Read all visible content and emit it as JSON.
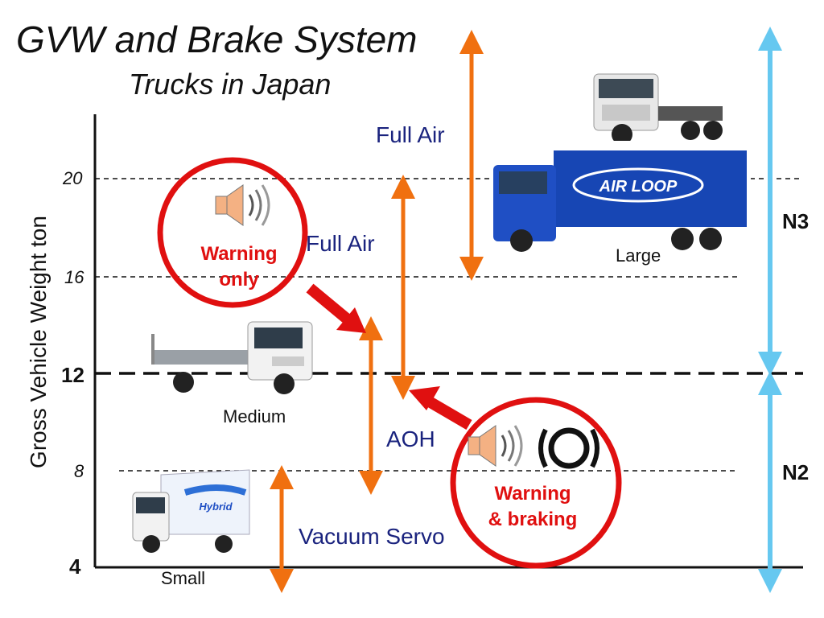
{
  "title": "GVW and Brake System",
  "subtitle": "Trucks in Japan",
  "y_axis": {
    "label": "Gross Vehicle Weight   ton",
    "ticks": [
      "20",
      "16",
      "12",
      "8",
      "4"
    ]
  },
  "brake_labels": {
    "full_air_large": "Full Air",
    "full_air_medium": "Full Air",
    "aoh": "AOH",
    "vacuum_servo": "Vacuum Servo"
  },
  "truck_labels": {
    "large": "Large",
    "medium": "Medium",
    "small": "Small"
  },
  "warning_only": [
    "Warning",
    "only"
  ],
  "warning_braking": [
    "Warning",
    "& braking"
  ],
  "categories": {
    "n3": "N3",
    "n2": "N2"
  },
  "truck_logos": {
    "air_loop": "AIR LOOP",
    "hybrid": "Hybrid"
  },
  "colors": {
    "orange": "#f07010",
    "sky": "#66c8f0",
    "red": "#e01010",
    "navy": "#1a237e"
  }
}
